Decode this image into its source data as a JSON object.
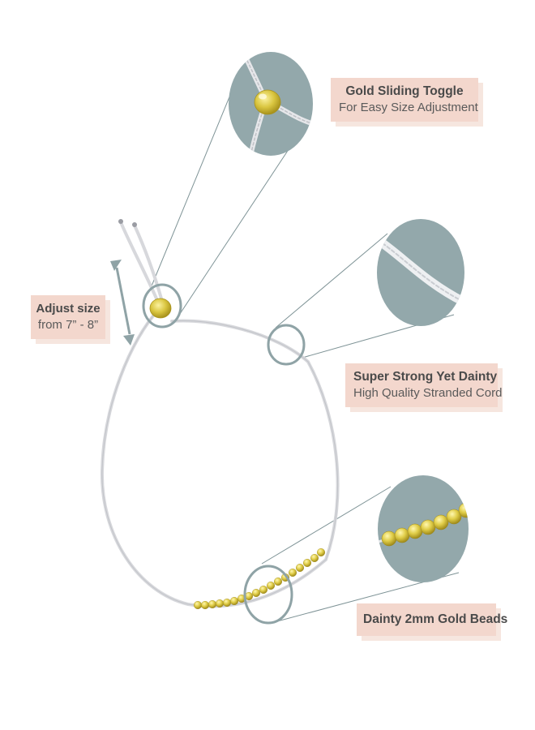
{
  "labels": {
    "toggle": {
      "title": "Gold Sliding Toggle",
      "subtitle": "For Easy Size Adjustment"
    },
    "cord": {
      "title": "Super Strong Yet Dainty",
      "subtitle": "High Quality Stranded Cord"
    },
    "beads": {
      "title": "Dainty 2mm Gold Beads"
    },
    "size": {
      "title": "Adjust size",
      "subtitle": "from 7” - 8”"
    }
  },
  "colors": {
    "label_bg": "#f3d7cd",
    "label_shadow": "#f6e6df",
    "zoom_circle": "#93a8ab",
    "cord": "#d7d8dc",
    "gold": "#d9c94a",
    "leader_line": "#7e9396",
    "arrow": "#8fa3a6"
  }
}
